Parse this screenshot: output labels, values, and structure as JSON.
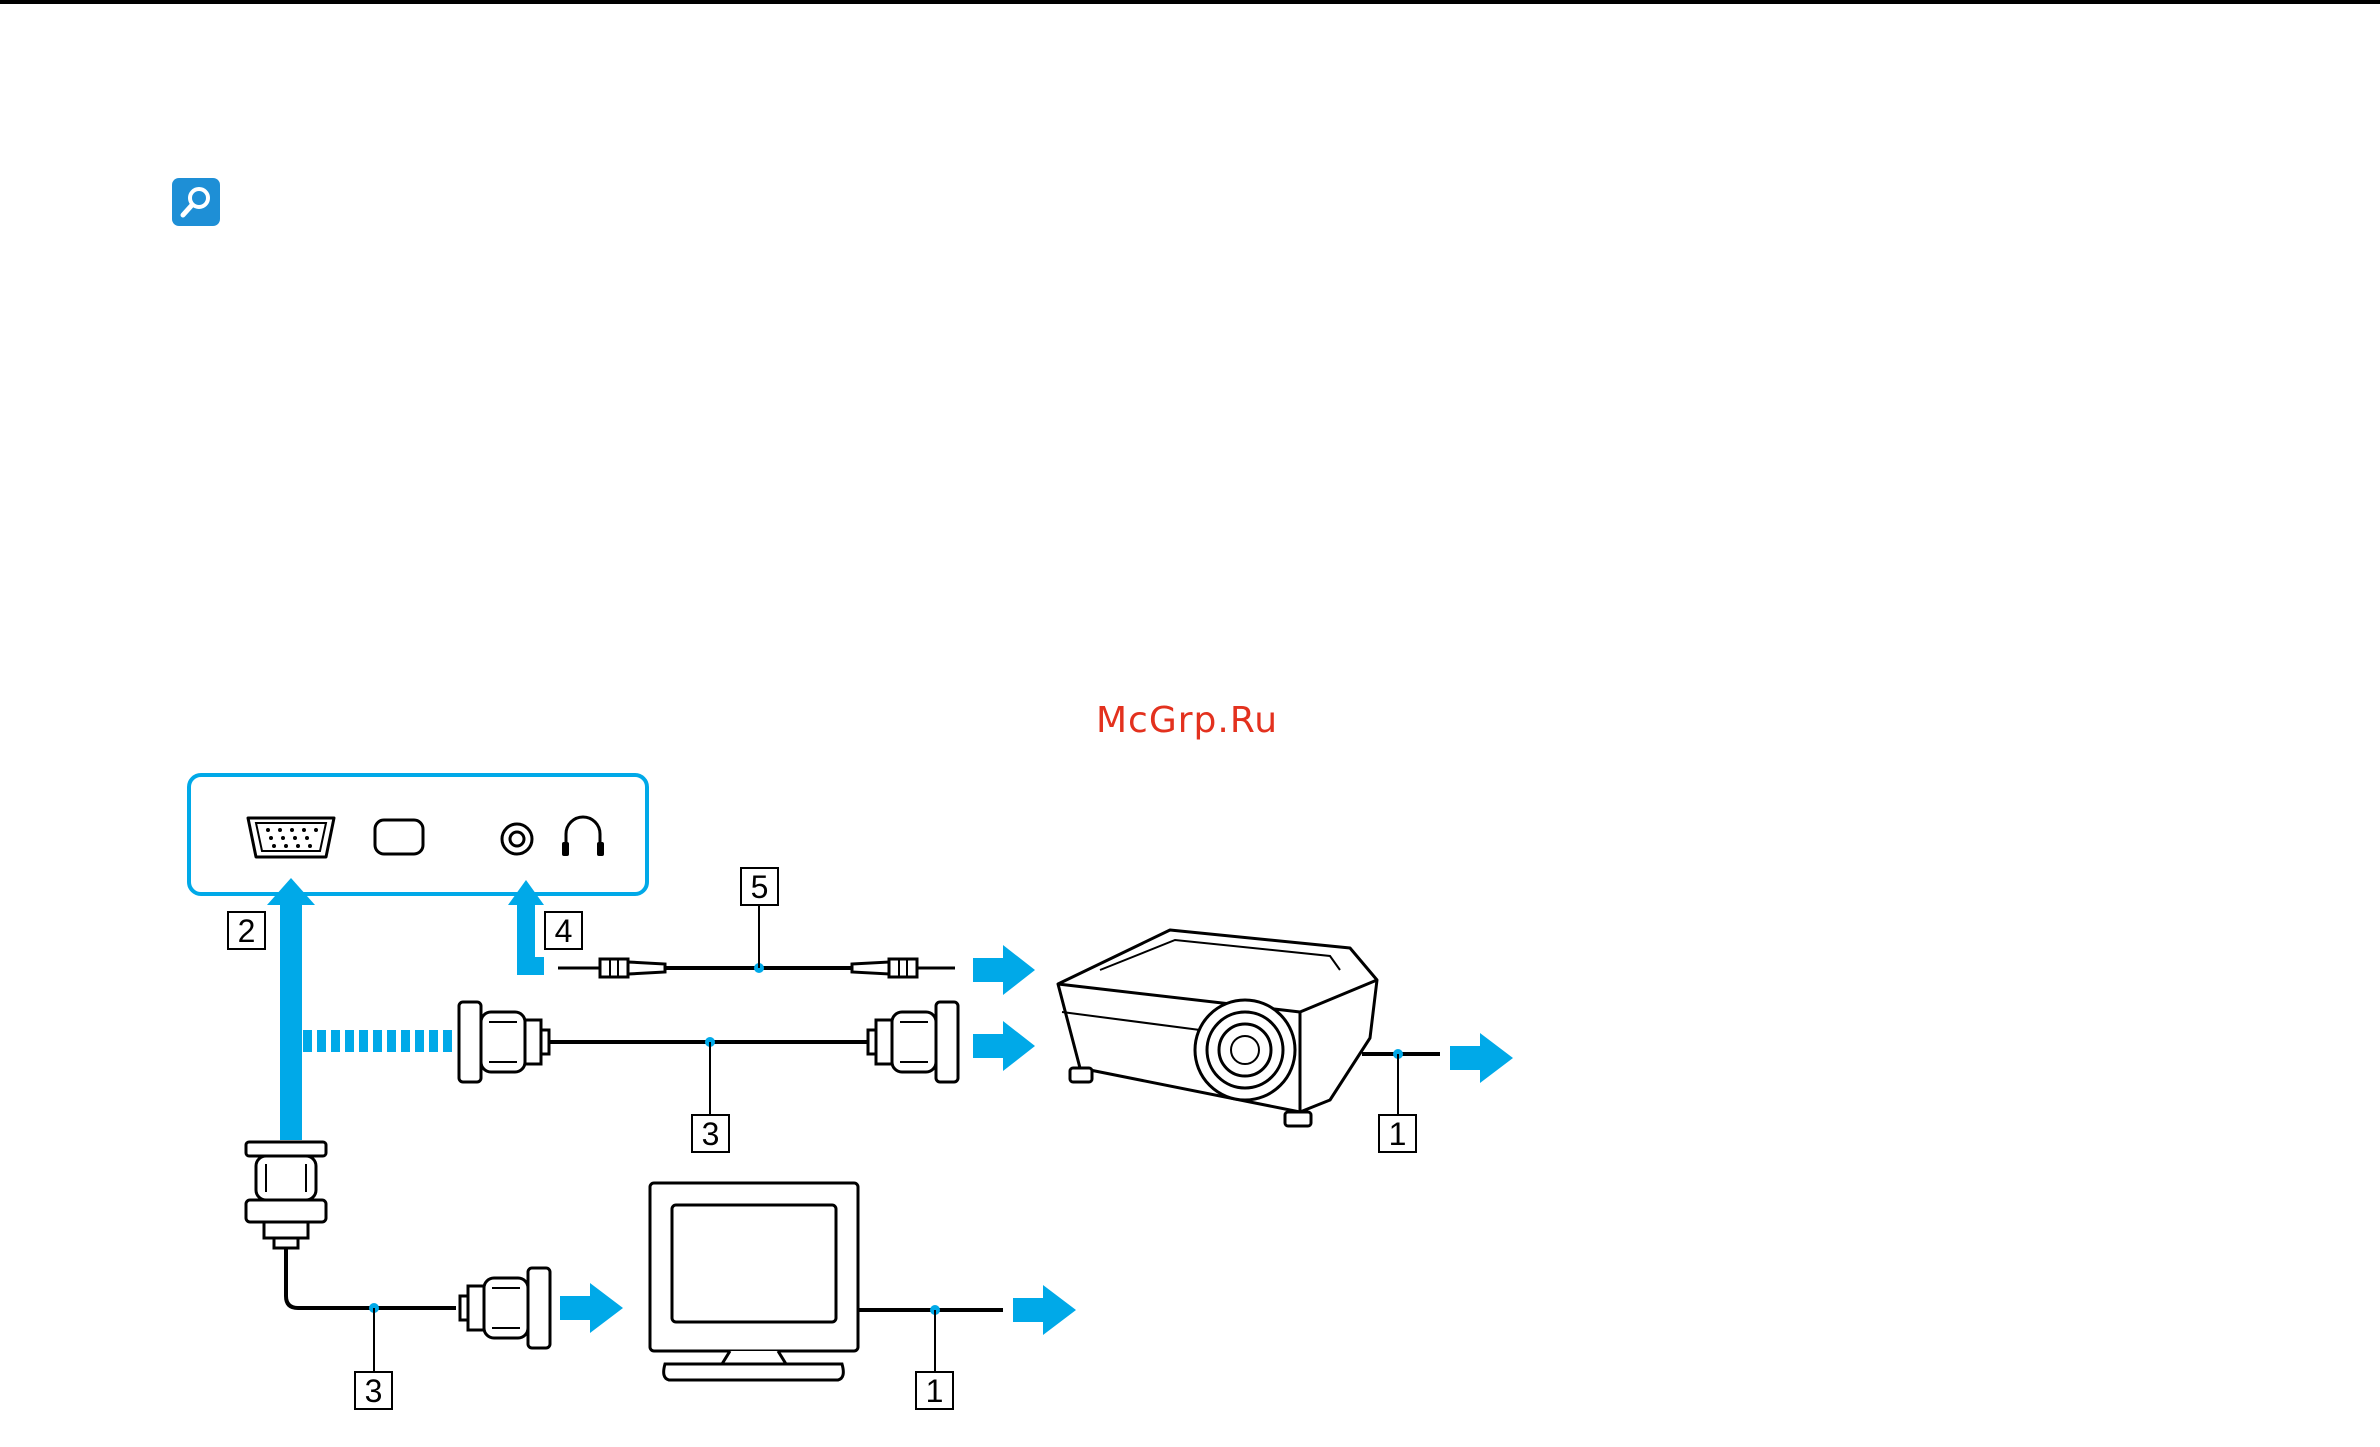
{
  "header": {
    "search_icon": "magnifier-icon",
    "accent_color": "#1e8fd6"
  },
  "watermark": {
    "text": "McGrp.Ru",
    "color": "#e3311e"
  },
  "diagram": {
    "callouts": {
      "c1_projector": "1",
      "c1_monitor": "1",
      "c2": "2",
      "c3_projector": "3",
      "c3_monitor": "3",
      "c4": "4",
      "c5": "5"
    },
    "port_icons": [
      "vga-port-icon",
      "hdmi-port-icon",
      "audio-jack-icon",
      "headphones-icon"
    ],
    "devices": [
      "projector",
      "monitor"
    ],
    "arrow_color": "#00a9e8"
  }
}
